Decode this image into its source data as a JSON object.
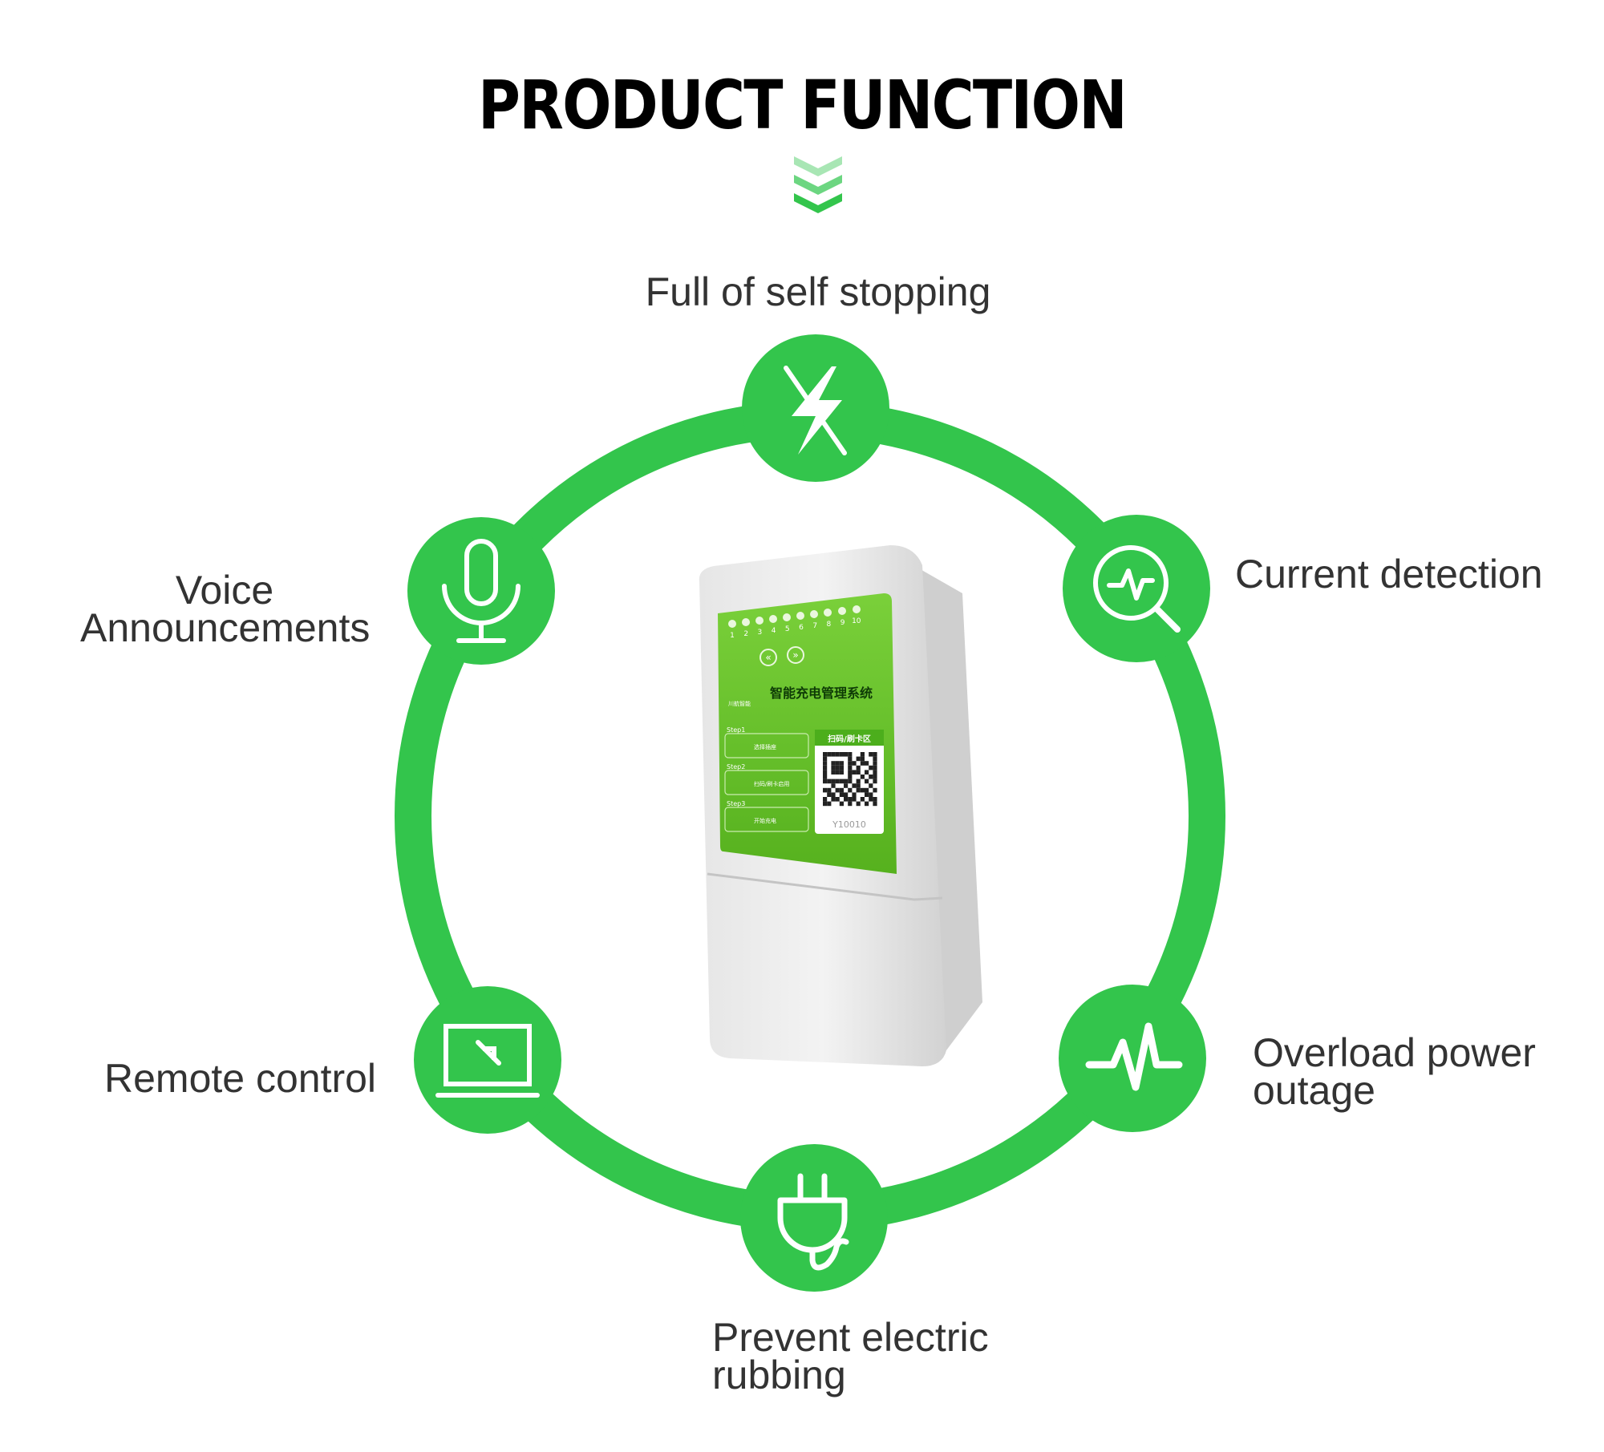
{
  "title": "PRODUCT FUNCTION",
  "colors": {
    "accent": "#33c54c",
    "accent_light": "#a8e6b4",
    "text": "#333333",
    "title": "#000000"
  },
  "features": [
    {
      "id": "full-stop",
      "lines": [
        "Full of self stopping"
      ],
      "icon": "no-lightning-icon"
    },
    {
      "id": "current-detection",
      "lines": [
        "Current detection"
      ],
      "icon": "magnifier-pulse-icon"
    },
    {
      "id": "overload",
      "lines": [
        "Overload power",
        "outage"
      ],
      "icon": "heartbeat-pulse-icon"
    },
    {
      "id": "prevent-rubbing",
      "lines": [
        "Prevent electric",
        "rubbing"
      ],
      "icon": "plug-icon"
    },
    {
      "id": "remote-control",
      "lines": [
        "Remote control"
      ],
      "icon": "monitor-arrow-icon"
    },
    {
      "id": "voice",
      "lines": [
        "Voice",
        "Announcements"
      ],
      "icon": "microphone-icon"
    }
  ],
  "device": {
    "panel_title": "智能充电管理系统",
    "brand": "川航智能",
    "led_numbers": [
      "1",
      "2",
      "3",
      "4",
      "5",
      "6",
      "7",
      "8",
      "9",
      "10"
    ],
    "steps": [
      {
        "label": "Step1",
        "text": "选择插座"
      },
      {
        "label": "Step2",
        "text": "扫码/刷卡启用"
      },
      {
        "label": "Step3",
        "text": "开始充电"
      }
    ],
    "scan_area": "扫码/刷卡区",
    "device_id": "Y10010"
  }
}
